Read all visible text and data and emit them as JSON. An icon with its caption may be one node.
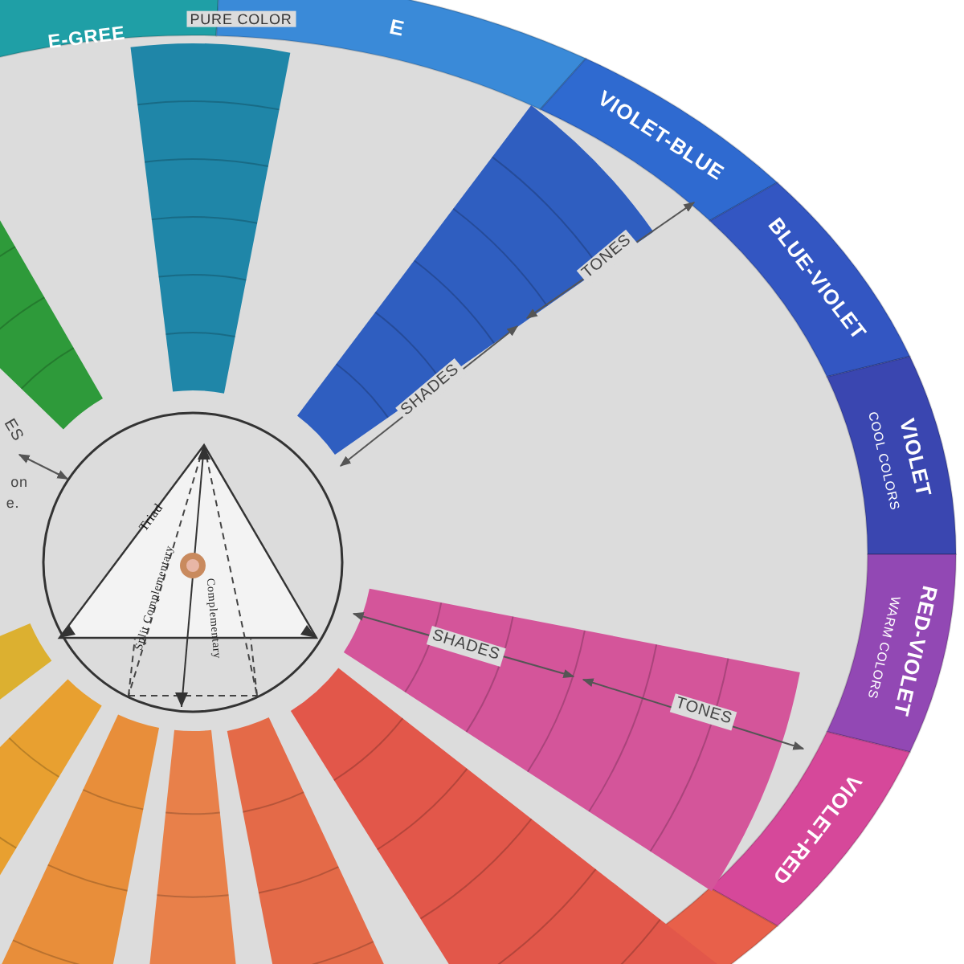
{
  "diagram": {
    "labels": [
      "E-GREE",
      "PURE COLOR",
      "E",
      "VIOLET-BLUE",
      "BLUE-VIOLET",
      "TONES",
      "SHADES",
      "VIOLET",
      "COOL COLORS",
      "ES",
      "on",
      "e.",
      "Triad",
      "Split Complementary",
      "Complementary",
      "RED-VIOLET",
      "WARM COLORS",
      "SHADES",
      "TONES",
      "VIOLET-RED"
    ]
  }
}
